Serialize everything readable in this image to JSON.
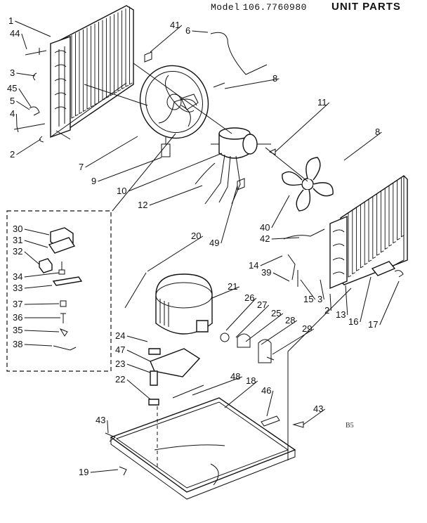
{
  "header": {
    "model_label": "Model",
    "model_number": "106.7760980",
    "title": "UNIT PARTS"
  },
  "diagram_code": "B5",
  "callouts": [
    {
      "id": "c1",
      "label": "1"
    },
    {
      "id": "c44",
      "label": "44"
    },
    {
      "id": "c3a",
      "label": "3"
    },
    {
      "id": "c45",
      "label": "45"
    },
    {
      "id": "c5",
      "label": "5"
    },
    {
      "id": "c4",
      "label": "4"
    },
    {
      "id": "c2a",
      "label": "2"
    },
    {
      "id": "c41",
      "label": "41"
    },
    {
      "id": "c6",
      "label": "6"
    },
    {
      "id": "c8a",
      "label": "8"
    },
    {
      "id": "c11",
      "label": "11"
    },
    {
      "id": "c8b",
      "label": "8"
    },
    {
      "id": "c7",
      "label": "7"
    },
    {
      "id": "c9",
      "label": "9"
    },
    {
      "id": "c10",
      "label": "10"
    },
    {
      "id": "c12",
      "label": "12"
    },
    {
      "id": "c49",
      "label": "49"
    },
    {
      "id": "c40",
      "label": "40"
    },
    {
      "id": "c42",
      "label": "42"
    },
    {
      "id": "c14",
      "label": "14"
    },
    {
      "id": "c39",
      "label": "39"
    },
    {
      "id": "c15",
      "label": "15"
    },
    {
      "id": "c3b",
      "label": "3"
    },
    {
      "id": "c2b",
      "label": "2"
    },
    {
      "id": "c13",
      "label": "13"
    },
    {
      "id": "c16",
      "label": "16"
    },
    {
      "id": "c17",
      "label": "17"
    },
    {
      "id": "c20",
      "label": "20"
    },
    {
      "id": "c21",
      "label": "21"
    },
    {
      "id": "c26",
      "label": "26"
    },
    {
      "id": "c27",
      "label": "27"
    },
    {
      "id": "c25",
      "label": "25"
    },
    {
      "id": "c28",
      "label": "28"
    },
    {
      "id": "c29",
      "label": "29"
    },
    {
      "id": "c24",
      "label": "24"
    },
    {
      "id": "c47",
      "label": "47"
    },
    {
      "id": "c23",
      "label": "23"
    },
    {
      "id": "c22",
      "label": "22"
    },
    {
      "id": "c48",
      "label": "48"
    },
    {
      "id": "c18",
      "label": "18"
    },
    {
      "id": "c46",
      "label": "46"
    },
    {
      "id": "c43a",
      "label": "43"
    },
    {
      "id": "c43b",
      "label": "43"
    },
    {
      "id": "c19",
      "label": "19"
    },
    {
      "id": "c30",
      "label": "30"
    },
    {
      "id": "c31",
      "label": "31"
    },
    {
      "id": "c32",
      "label": "32"
    },
    {
      "id": "c34",
      "label": "34"
    },
    {
      "id": "c33",
      "label": "33"
    },
    {
      "id": "c37",
      "label": "37"
    },
    {
      "id": "c36",
      "label": "36"
    },
    {
      "id": "c35",
      "label": "35"
    },
    {
      "id": "c38",
      "label": "38"
    }
  ]
}
